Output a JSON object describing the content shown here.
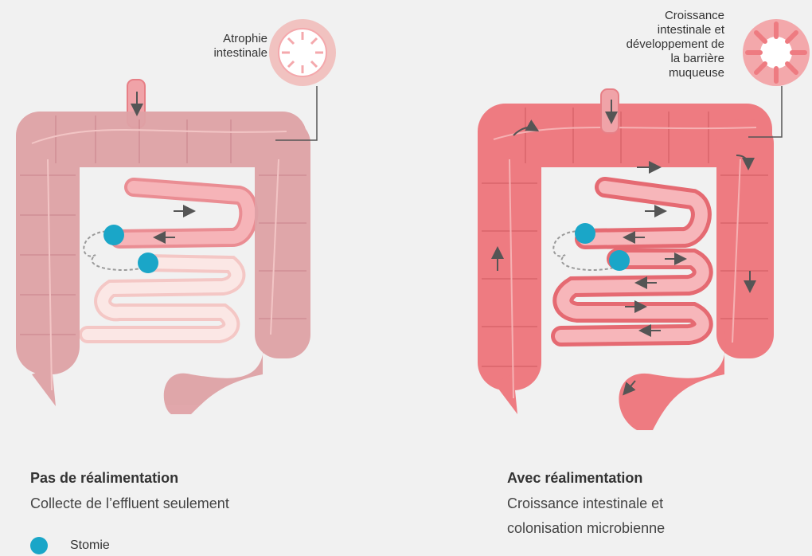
{
  "left": {
    "annotation": "Atrophie\nintestinale",
    "caption_title": "Pas de réalimentation",
    "caption_subtitle": "Collecte de l’effluent seulement"
  },
  "right": {
    "annotation": "Croissance\nintestinale et\ndéveloppement de\nla barrière\nmuqueuse",
    "caption_title": "Avec réalimentation",
    "caption_subtitle": "Croissance intestinale et\ncolonisation microbienne"
  },
  "legend": {
    "label": "Stomie"
  },
  "colors": {
    "background": "#f1f1f1",
    "colon_atrophied": "#dfa2a6",
    "colon_healthy": "#ee7b81",
    "stoma": "#1aa6c8",
    "small_bowel_pale": "#f9e0de"
  }
}
